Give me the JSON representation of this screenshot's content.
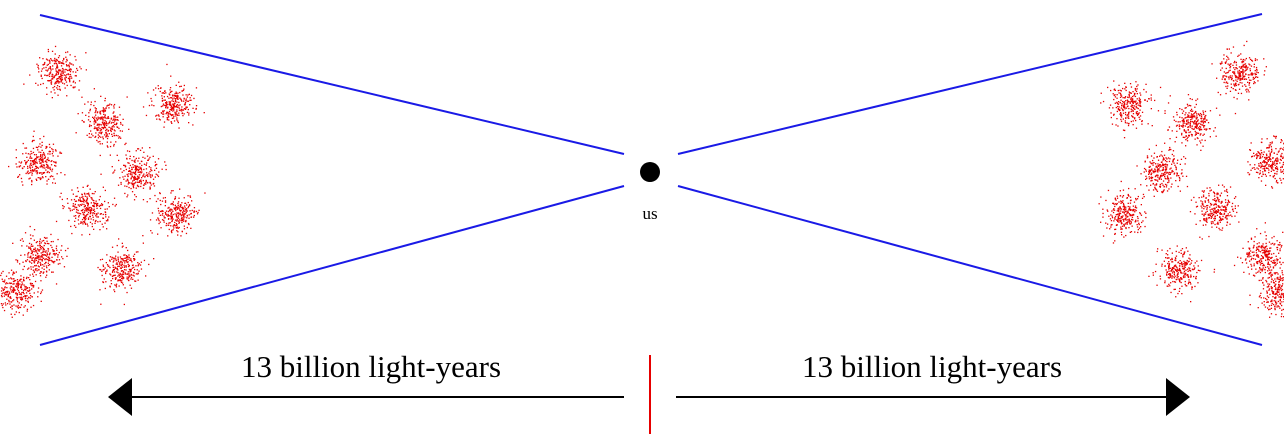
{
  "observer": {
    "label": "us"
  },
  "distance_left": {
    "label": "13 billion light-years"
  },
  "distance_right": {
    "label": "13 billion light-years"
  },
  "colors": {
    "sight_lines": "#1a1ae6",
    "galaxies": "#e60000",
    "observer": "#000000",
    "arrows": "#000000",
    "center_marker": "#e60000"
  },
  "galaxy_clusters": {
    "left": {
      "count": 10
    },
    "right": {
      "count": 10
    }
  }
}
